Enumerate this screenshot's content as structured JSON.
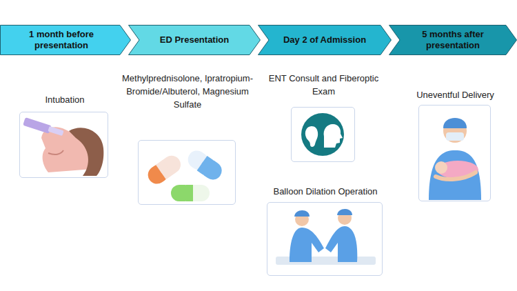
{
  "diagram": {
    "nodes": [
      {
        "text": [
          "1 month before presentation"
        ]
      },
      {
        "text": [
          "ED Presentation"
        ]
      },
      {
        "text": [
          "Day 2 of Admission"
        ]
      },
      {
        "text": [
          "5 months after presentation"
        ]
      },
      {
        "text": [
          "Intubation"
        ]
      },
      {
        "text": [
          "Methylprednisolone, Ipratropium-Bromide/Albuterol, Magnesium Sulfate"
        ]
      },
      {
        "text": [
          "ENT Consult and Fiberoptic Exam"
        ]
      },
      {
        "text": [
          "Balloon Dilation Operation"
        ]
      },
      {
        "text": [
          "Uneventful Delivery"
        ]
      }
    ]
  }
}
